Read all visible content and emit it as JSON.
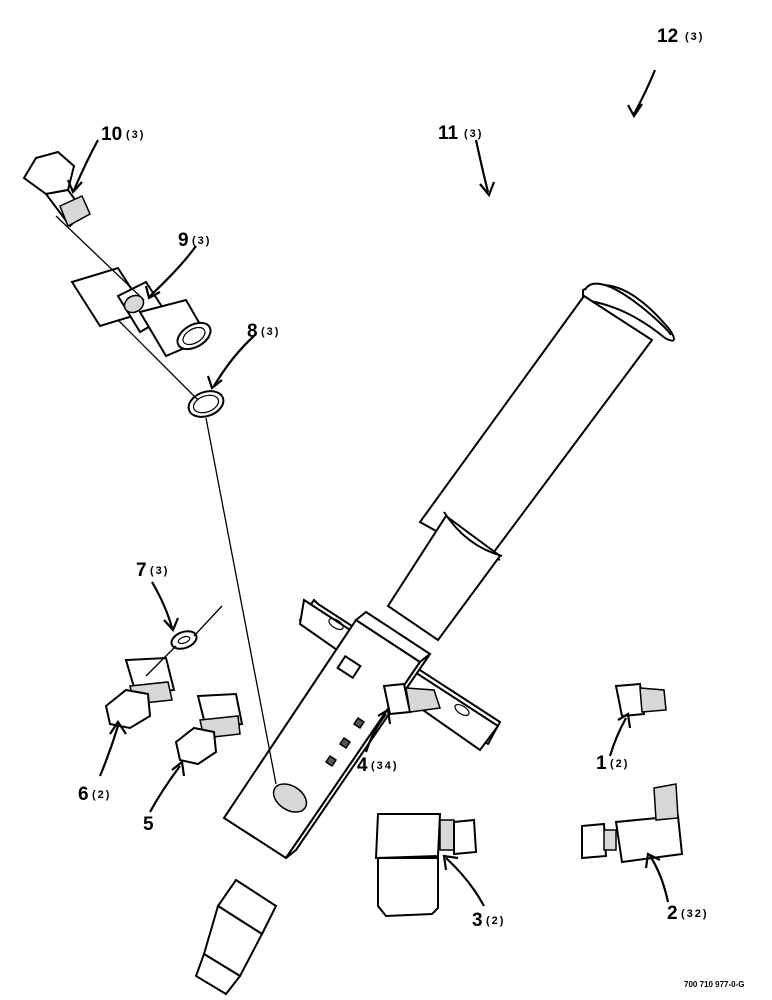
{
  "callouts": [
    {
      "id": "12",
      "num": "12",
      "qty": "(3)"
    },
    {
      "id": "11",
      "num": "11",
      "qty": "(3)"
    },
    {
      "id": "10",
      "num": "10",
      "qty": "(3)"
    },
    {
      "id": "9",
      "num": "9",
      "qty": "(3)"
    },
    {
      "id": "8",
      "num": "8",
      "qty": "(3)"
    },
    {
      "id": "7",
      "num": "7",
      "qty": "(3)"
    },
    {
      "id": "6",
      "num": "6",
      "qty": "(2)"
    },
    {
      "id": "5",
      "num": "5",
      "qty": ""
    },
    {
      "id": "4",
      "num": "4",
      "qty": "(34)"
    },
    {
      "id": "1",
      "num": "1",
      "qty": "(2)"
    },
    {
      "id": "3",
      "num": "3",
      "qty": "(2)"
    },
    {
      "id": "2",
      "num": "2",
      "qty": "(32)"
    }
  ],
  "drawing_code": "700 710 977-0-G"
}
